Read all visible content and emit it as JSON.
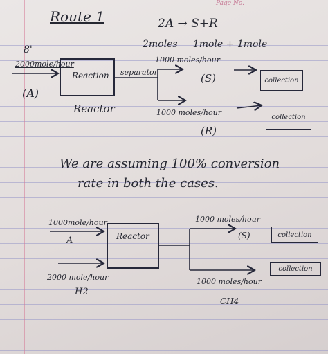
{
  "header": {
    "page_no_label": "Page No."
  },
  "route1": {
    "title": "Route 1",
    "equation": "2A → S+R",
    "equation_moles": "2moles     1mole + 1mole",
    "marker": "8'",
    "input_rate": "2000mole/hour",
    "input_label": "(A)",
    "reactor_box": "Reaction",
    "separator_label": "separator",
    "reactor_caption": "Reactor",
    "s_rate": "1000 moles/hour",
    "s_label": "(S)",
    "s_collection": "collection",
    "r_rate": "1000 moles/hour",
    "r_label": "(R)",
    "r_collection": "collection"
  },
  "note": {
    "line1": "We are assuming 100% conversion",
    "line2": "rate in both the cases."
  },
  "route2": {
    "a_rate": "1000mole/hour",
    "a_label": "A",
    "h2_rate": "2000 mole/hour",
    "h2_label": "H2",
    "reactor_box": "Reactor",
    "s_rate": "1000 moles/hour",
    "s_label": "(S)",
    "s_collection": "collection",
    "ch4_collection": "collection",
    "ch4_rate": "1000 moles/hour",
    "ch4_label": "CH4"
  }
}
